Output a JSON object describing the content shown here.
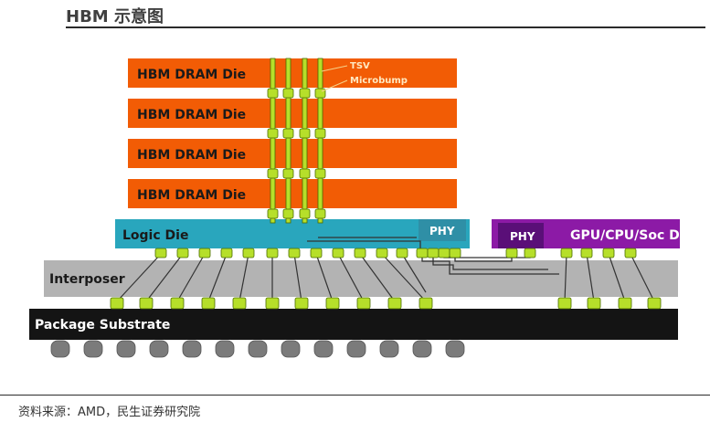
{
  "title": "HBM 示意图",
  "source": "资料来源：AMD，民生证券研究院",
  "diagram": {
    "dram_labels": [
      "HBM DRAM Die",
      "HBM DRAM Die",
      "HBM DRAM Die",
      "HBM DRAM Die"
    ],
    "tsv_label": "TSV",
    "microbump_label": "Microbump",
    "logic_label": "Logic Die",
    "phy_label": "PHY",
    "phy2_label": "PHY",
    "gpu_label": "GPU/CPU/Soc Die",
    "interposer_label": "Interposer",
    "substrate_label": "Package Substrate",
    "colors": {
      "dram": "#f25c05",
      "logic": "#29a6bd",
      "phy": "#2f8fa6",
      "gpu": "#8c1aa6",
      "phy2": "#5a0f78",
      "interposer": "#b3b3b3",
      "substrate": "#141414",
      "bump": "#b6df2a",
      "ball": "#7b7b7b"
    }
  }
}
